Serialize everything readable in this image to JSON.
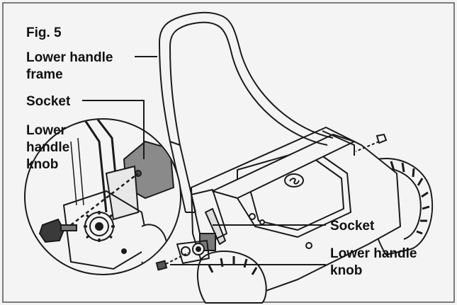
{
  "figure": {
    "title": "Fig. 5",
    "labels": {
      "lower_handle_frame": [
        "Lower handle",
        "frame"
      ],
      "socket_left": "Socket",
      "lower_handle_knob_left": [
        "Lower",
        "handle",
        "knob"
      ],
      "socket_right": "Socket",
      "lower_handle_knob_right": [
        "Lower handle",
        "knob"
      ]
    },
    "colors": {
      "background": "#f4f4f4",
      "line": "#1a1a1a",
      "socket_fill": "#8a8a8a",
      "frame": "#555555"
    }
  }
}
